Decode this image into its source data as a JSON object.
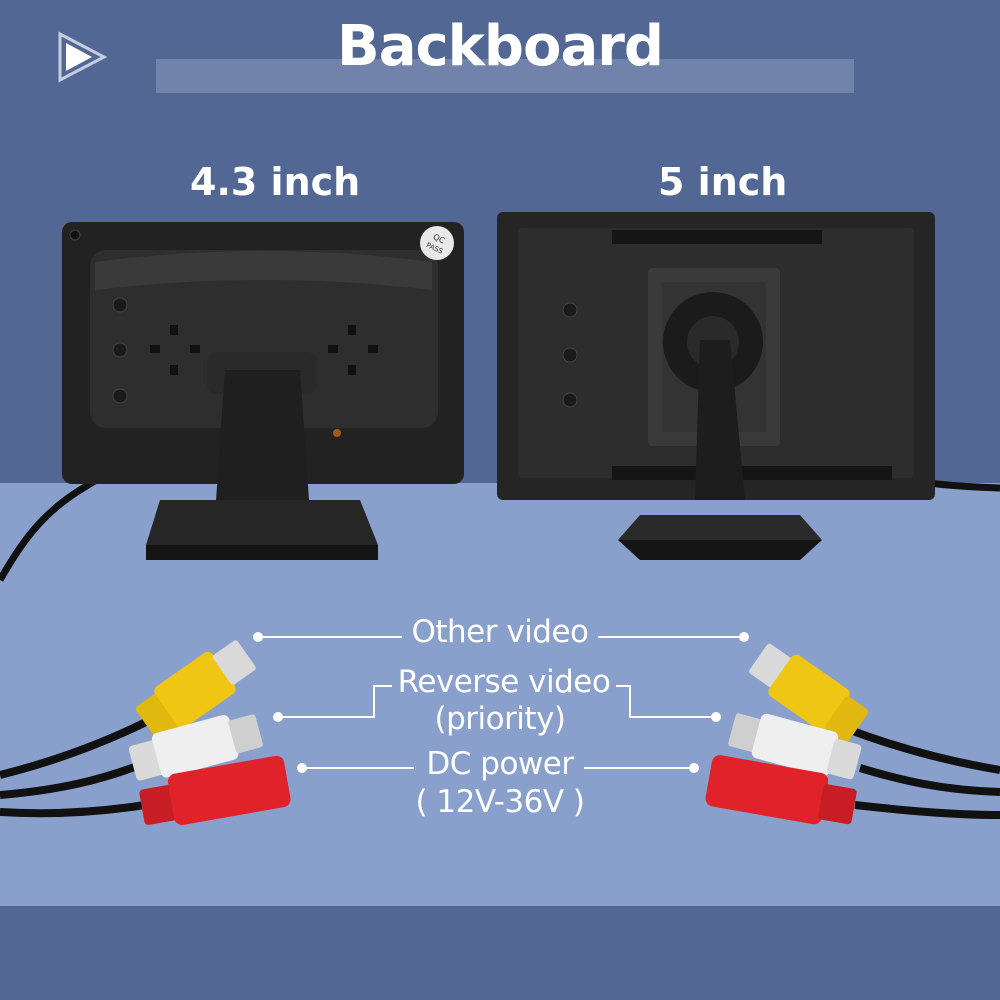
{
  "colors": {
    "background_top": "#536795",
    "background_surface": "#8aa0cc",
    "background_bottom": "#536795",
    "title_bar": "#7183aa",
    "text": "#ffffff",
    "connector_yellow": "#f0c614",
    "connector_white": "#efefef",
    "connector_red": "#e0232b",
    "monitor_body": "#1e1e1e"
  },
  "header": {
    "icon": "play-icon",
    "title": "Backboard"
  },
  "monitors": [
    {
      "label": "4.3 inch",
      "badge_line1": "QC",
      "badge_line2": "PASS"
    },
    {
      "label": "5 inch"
    }
  ],
  "callouts": {
    "other_video": "Other video",
    "reverse_video_line1": "Reverse video",
    "reverse_video_line2": "(priority)",
    "dc_power_line1": "DC power",
    "dc_power_line2": "( 12V-36V )"
  }
}
